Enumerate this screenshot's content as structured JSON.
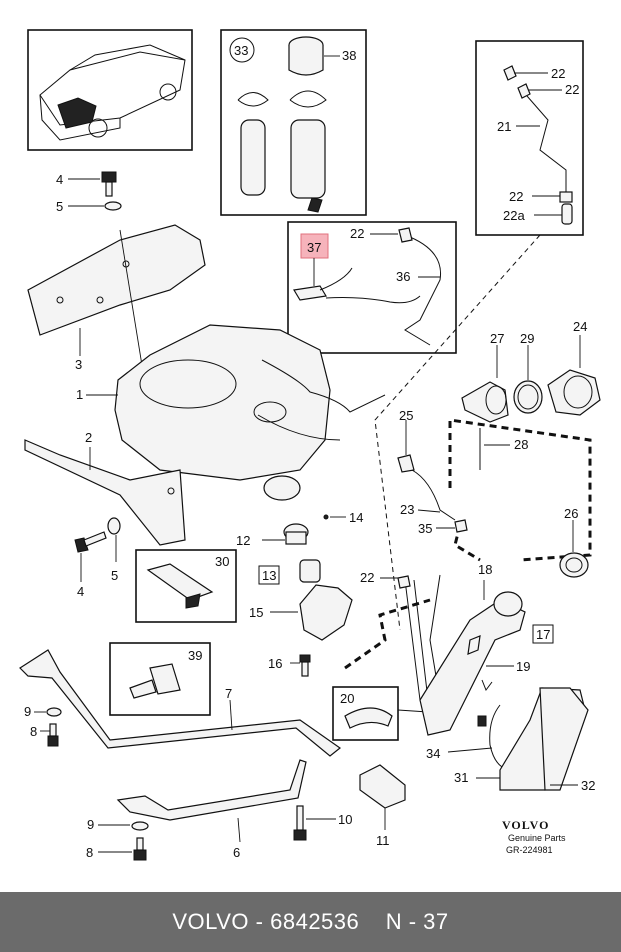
{
  "callouts": {
    "c1": "1",
    "c2": "2",
    "c3": "3",
    "c4a": "4",
    "c4b": "4",
    "c5a": "5",
    "c5b": "5",
    "c6": "6",
    "c7": "7",
    "c8a": "8",
    "c8b": "8",
    "c9a": "9",
    "c9b": "9",
    "c10": "10",
    "c11": "11",
    "c12": "12",
    "c13": "13",
    "c14": "14",
    "c15": "15",
    "c16": "16",
    "c17": "17",
    "c18": "18",
    "c19": "19",
    "c20": "20",
    "c21": "21",
    "c22a": "22",
    "c22b": "22",
    "c22c": "22",
    "c22d": "22",
    "c22e": "22",
    "c22f": "22a",
    "c23": "23",
    "c24": "24",
    "c25": "25",
    "c26": "26",
    "c27": "27",
    "c28": "28",
    "c29": "29",
    "c30": "30",
    "c31": "31",
    "c32": "32",
    "c33": "33",
    "c34": "34",
    "c35": "35",
    "c36": "36",
    "c37": "37",
    "c38": "38",
    "c39": "39"
  },
  "brand": {
    "logo_text": "VOLVO",
    "tagline": "Genuine Parts",
    "ref": "GR-224981"
  },
  "footer": {
    "make": "VOLVO",
    "separator": " - ",
    "part_number": "6842536",
    "position": "N - 37"
  },
  "colors": {
    "highlight": "#f6b3bb",
    "footer_bg": "#6b6b6b"
  }
}
